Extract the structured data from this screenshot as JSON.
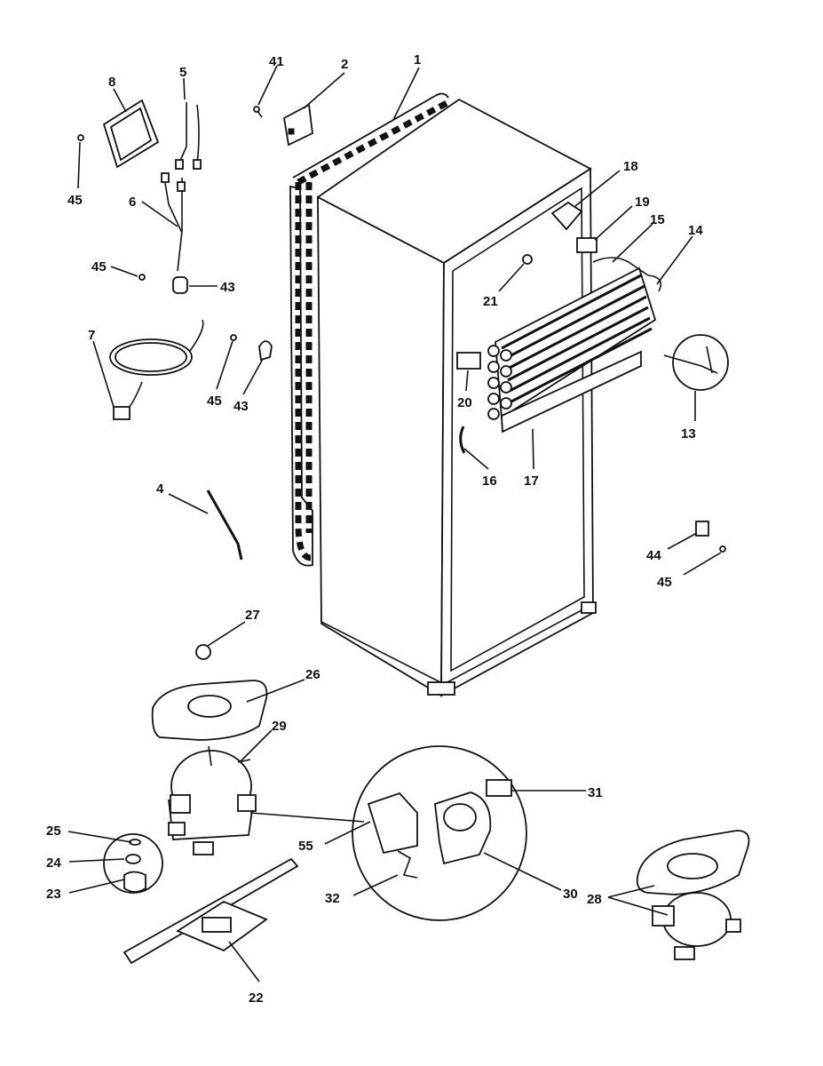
{
  "callouts": [
    "1",
    "2",
    "41",
    "8",
    "5",
    "45",
    "6",
    "45",
    "43",
    "7",
    "45",
    "43",
    "18",
    "19",
    "15",
    "14",
    "21",
    "20",
    "13",
    "16",
    "17",
    "4",
    "44",
    "45",
    "27",
    "26",
    "29",
    "31",
    "25",
    "55",
    "24",
    "23",
    "32",
    "30",
    "28",
    "22"
  ]
}
